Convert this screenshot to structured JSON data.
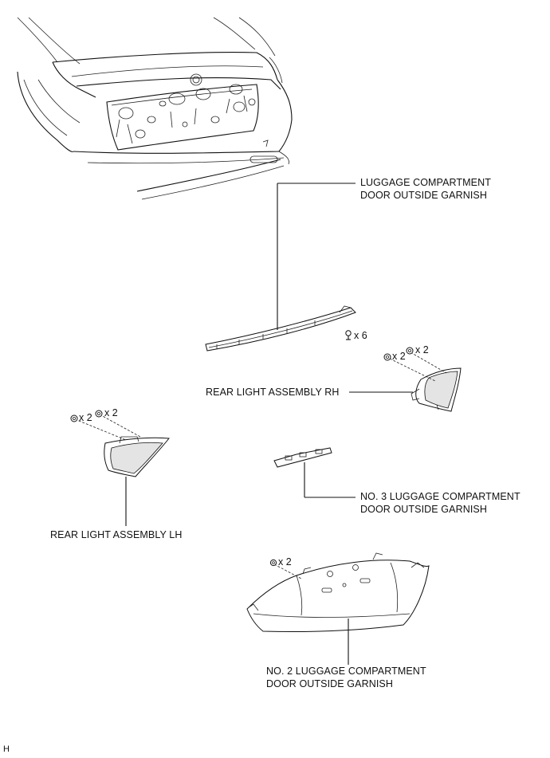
{
  "labels": {
    "luggage_garnish_line1": "LUGGAGE COMPARTMENT",
    "luggage_garnish_line2": "DOOR OUTSIDE GARNISH",
    "rear_light_rh": "REAR LIGHT ASSEMBLY RH",
    "rear_light_lh": "REAR LIGHT ASSEMBLY LH",
    "no3_garnish_line1": "NO. 3 LUGGAGE COMPARTMENT",
    "no3_garnish_line2": "DOOR OUTSIDE GARNISH",
    "no2_garnish_line1": "NO. 2 LUGGAGE COMPARTMENT",
    "no2_garnish_line2": "DOOR OUTSIDE GARNISH"
  },
  "quantities": {
    "garnish_clips": "x 6",
    "rh_nut_a": "x 2",
    "rh_nut_b": "x 2",
    "lh_nut_a": "x 2",
    "lh_nut_b": "x 2",
    "no2_clips": "x 2"
  },
  "corner_code": "H"
}
